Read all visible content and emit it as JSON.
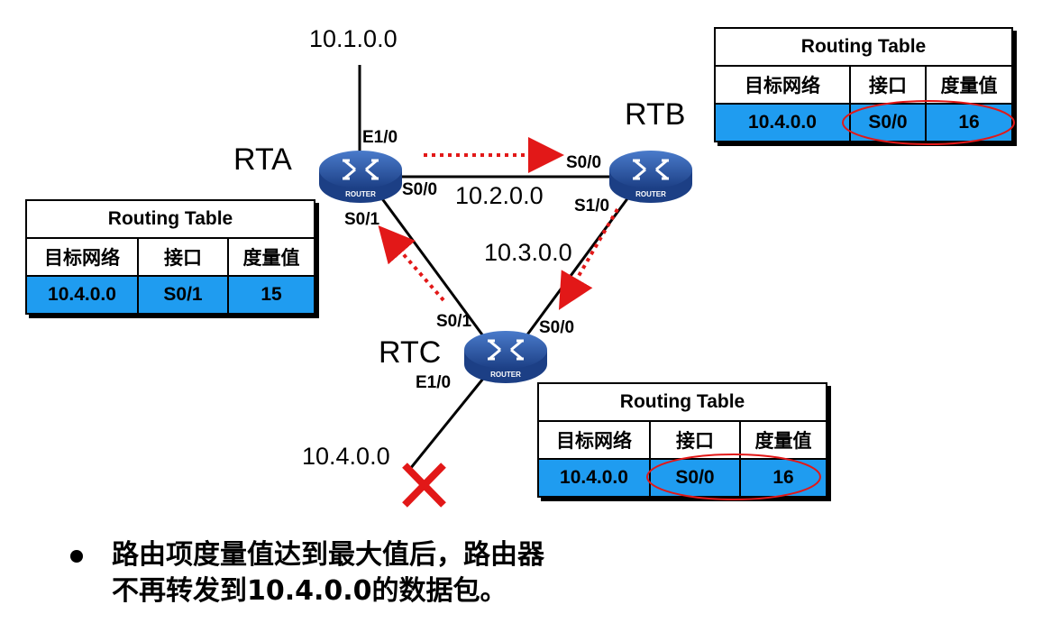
{
  "routers": {
    "rta": {
      "name": "RTA",
      "badge": "ROUTER"
    },
    "rtb": {
      "name": "RTB",
      "badge": "ROUTER"
    },
    "rtc": {
      "name": "RTC",
      "badge": "ROUTER"
    }
  },
  "networks": {
    "top": "10.1.0.0",
    "ab": "10.2.0.0",
    "bc": "10.3.0.0",
    "bottom": "10.4.0.0"
  },
  "interfaces": {
    "rta_e10": "E1/0",
    "rta_s00": "S0/0",
    "rta_s01": "S0/1",
    "rtb_s00": "S0/0",
    "rtb_s10": "S1/0",
    "rtc_s01": "S0/1",
    "rtc_s00": "S0/0",
    "rtc_e10": "E1/0"
  },
  "tables": {
    "rta": {
      "title": "Routing Table",
      "headers": [
        "目标网络",
        "接口",
        "度量值"
      ],
      "row": [
        "10.4.0.0",
        "S0/1",
        "15"
      ]
    },
    "rtb": {
      "title": "Routing Table",
      "headers": [
        "目标网络",
        "接口",
        "度量值"
      ],
      "row": [
        "10.4.0.0",
        "S0/0",
        "16"
      ]
    },
    "rtc": {
      "title": "Routing Table",
      "headers": [
        "目标网络",
        "接口",
        "度量值"
      ],
      "row": [
        "10.4.0.0",
        "S0/0",
        "16"
      ]
    }
  },
  "bullet": {
    "line1": "路由项度量值达到最大值后，路由器",
    "line2": "不再转发到10.4.0.0的数据包。"
  },
  "colors": {
    "router": "#2d58a5",
    "table_row": "#1f9cf0",
    "arrow": "#e21818",
    "cross": "#e21818"
  }
}
